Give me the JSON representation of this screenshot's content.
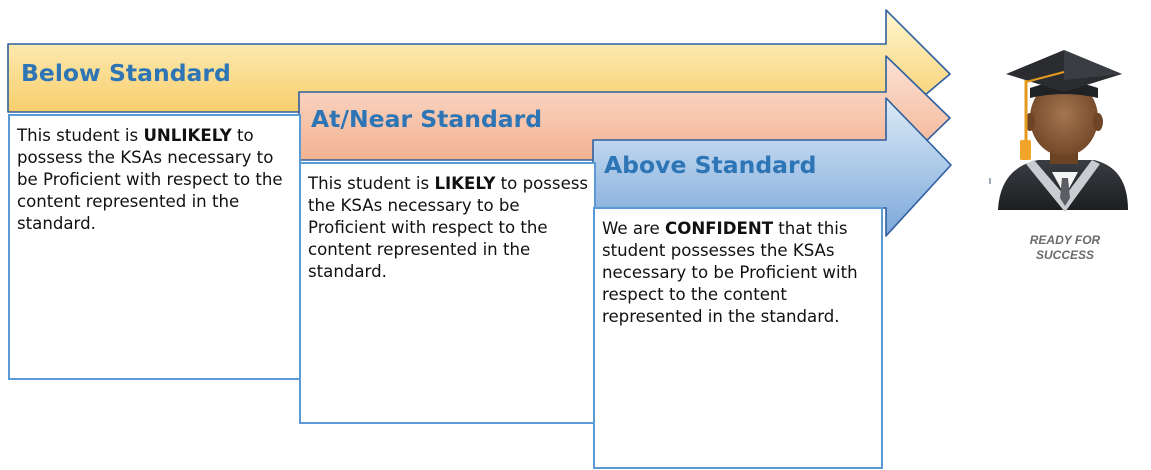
{
  "levels": [
    {
      "title": "Below Standard",
      "lead": "This student is ",
      "emphasis": "UNLIKELY",
      "rest": " to possess the KSAs necessary to be Proficient with respect to the content represented in the standard."
    },
    {
      "title": "At/Near Standard",
      "lead": "This student is ",
      "emphasis": "LIKELY",
      "rest": " to possess the KSAs necessary to be Proficient with respect to the content represented in the standard."
    },
    {
      "title": "Above Standard",
      "lead": "We are ",
      "emphasis": "CONFIDENT",
      "rest": " that this student possesses the KSAs necessary to be Proficient with respect to the content represented in the standard."
    }
  ],
  "graduate": {
    "icon": "graduate-icon",
    "caption_line1": "READY FOR",
    "caption_line2": "SUCCESS"
  },
  "colors": {
    "below_top": "#FFF6D1",
    "below_bottom": "#F7C85C",
    "near_top": "#FBE3D6",
    "near_bottom": "#F2A985",
    "above_top": "#DDEBF7",
    "above_bottom": "#7BA7DA",
    "outline": "#2E5F9E",
    "box_border": "#5B9BD5",
    "title_text": "#2E75B6"
  }
}
